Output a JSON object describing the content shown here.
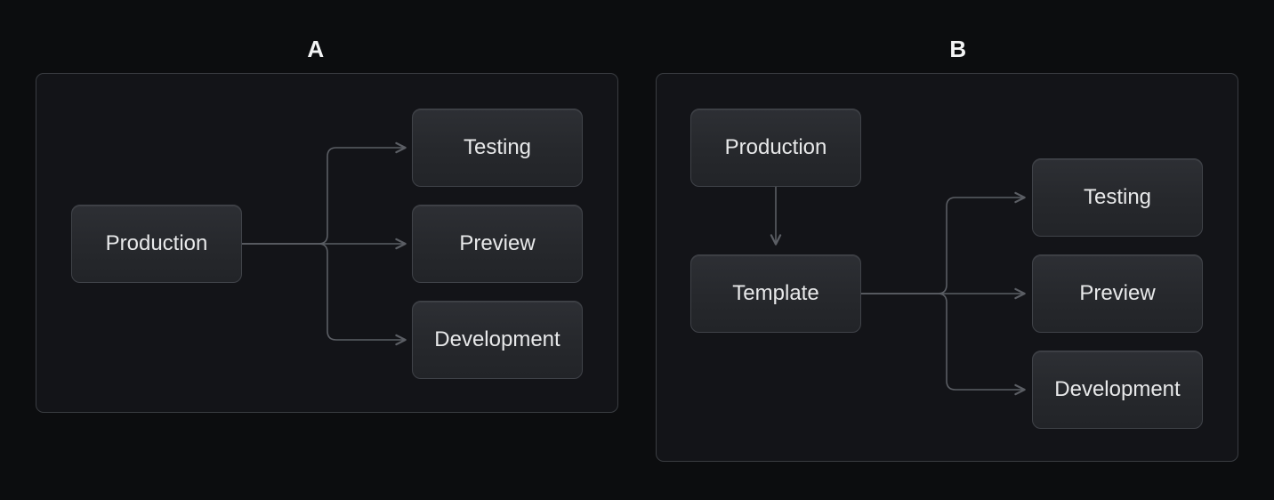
{
  "figure": {
    "type": "comparison-flow-diagram",
    "background": "#0c0d0f"
  },
  "colors": {
    "panel_background": "#131418",
    "panel_border": "#3a3d42",
    "node_background_top": "#2d2f34",
    "node_background_bottom": "#222428",
    "node_border": "#404349",
    "node_text": "#e8e9ea",
    "edge": "#5b5e64",
    "label_text": "#f3f4f5"
  },
  "panels": [
    {
      "id": "A",
      "label": "A",
      "nodes": [
        {
          "id": "production",
          "label": "Production"
        },
        {
          "id": "testing",
          "label": "Testing"
        },
        {
          "id": "preview",
          "label": "Preview"
        },
        {
          "id": "development",
          "label": "Development"
        }
      ],
      "edges": [
        {
          "from": "production",
          "to": "testing"
        },
        {
          "from": "production",
          "to": "preview"
        },
        {
          "from": "production",
          "to": "development"
        }
      ]
    },
    {
      "id": "B",
      "label": "B",
      "nodes": [
        {
          "id": "production",
          "label": "Production"
        },
        {
          "id": "template",
          "label": "Template"
        },
        {
          "id": "testing",
          "label": "Testing"
        },
        {
          "id": "preview",
          "label": "Preview"
        },
        {
          "id": "development",
          "label": "Development"
        }
      ],
      "edges": [
        {
          "from": "production",
          "to": "template"
        },
        {
          "from": "template",
          "to": "testing"
        },
        {
          "from": "template",
          "to": "preview"
        },
        {
          "from": "template",
          "to": "development"
        }
      ]
    }
  ]
}
